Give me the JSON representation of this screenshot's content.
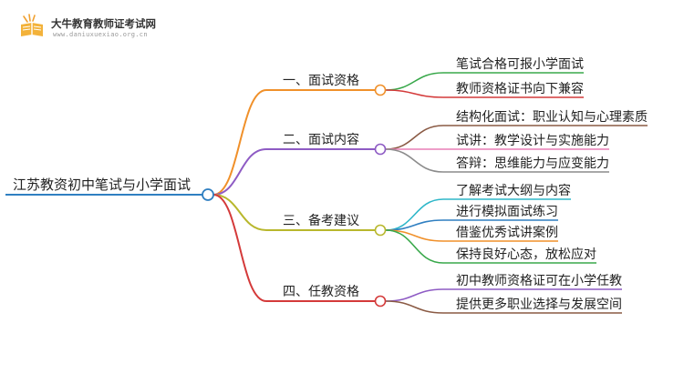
{
  "logo": {
    "name": "大牛教育教师证考试网",
    "url": "www.daniuxuexiao.org.cn"
  },
  "mindmap": {
    "root": {
      "label": "江苏教资初中笔试与小学面试",
      "color": "#2f7fc1"
    },
    "branches": [
      {
        "label": "一、面试资格",
        "color": "#f0902a",
        "children": [
          {
            "label": "笔试合格可报小学面试",
            "color": "#38a84a"
          },
          {
            "label": "教师资格证书向下兼容",
            "color": "#d43a3a"
          }
        ]
      },
      {
        "label": "二、面试内容",
        "color": "#8e5bc4",
        "children": [
          {
            "label": "结构化面试：职业认知与心理素质",
            "color": "#8a5a44"
          },
          {
            "label": "试讲：教学设计与实施能力",
            "color": "#e87fb5"
          },
          {
            "label": "答辩：思维能力与应变能力",
            "color": "#8c8c8c"
          }
        ]
      },
      {
        "label": "三、备考建议",
        "color": "#b8b72c",
        "children": [
          {
            "label": "了解考试大纲与内容",
            "color": "#2fb7c9"
          },
          {
            "label": "进行模拟面试练习",
            "color": "#2f7fc1"
          },
          {
            "label": "借鉴优秀试讲案例",
            "color": "#f0902a"
          },
          {
            "label": "保持良好心态，放松应对",
            "color": "#38a84a"
          }
        ]
      },
      {
        "label": "四、任教资格",
        "color": "#d43a3a",
        "children": [
          {
            "label": "初中教师资格证可在小学任教",
            "color": "#8e5bc4"
          },
          {
            "label": "提供更多职业选择与发展空间",
            "color": "#8a5a44"
          }
        ]
      }
    ]
  }
}
